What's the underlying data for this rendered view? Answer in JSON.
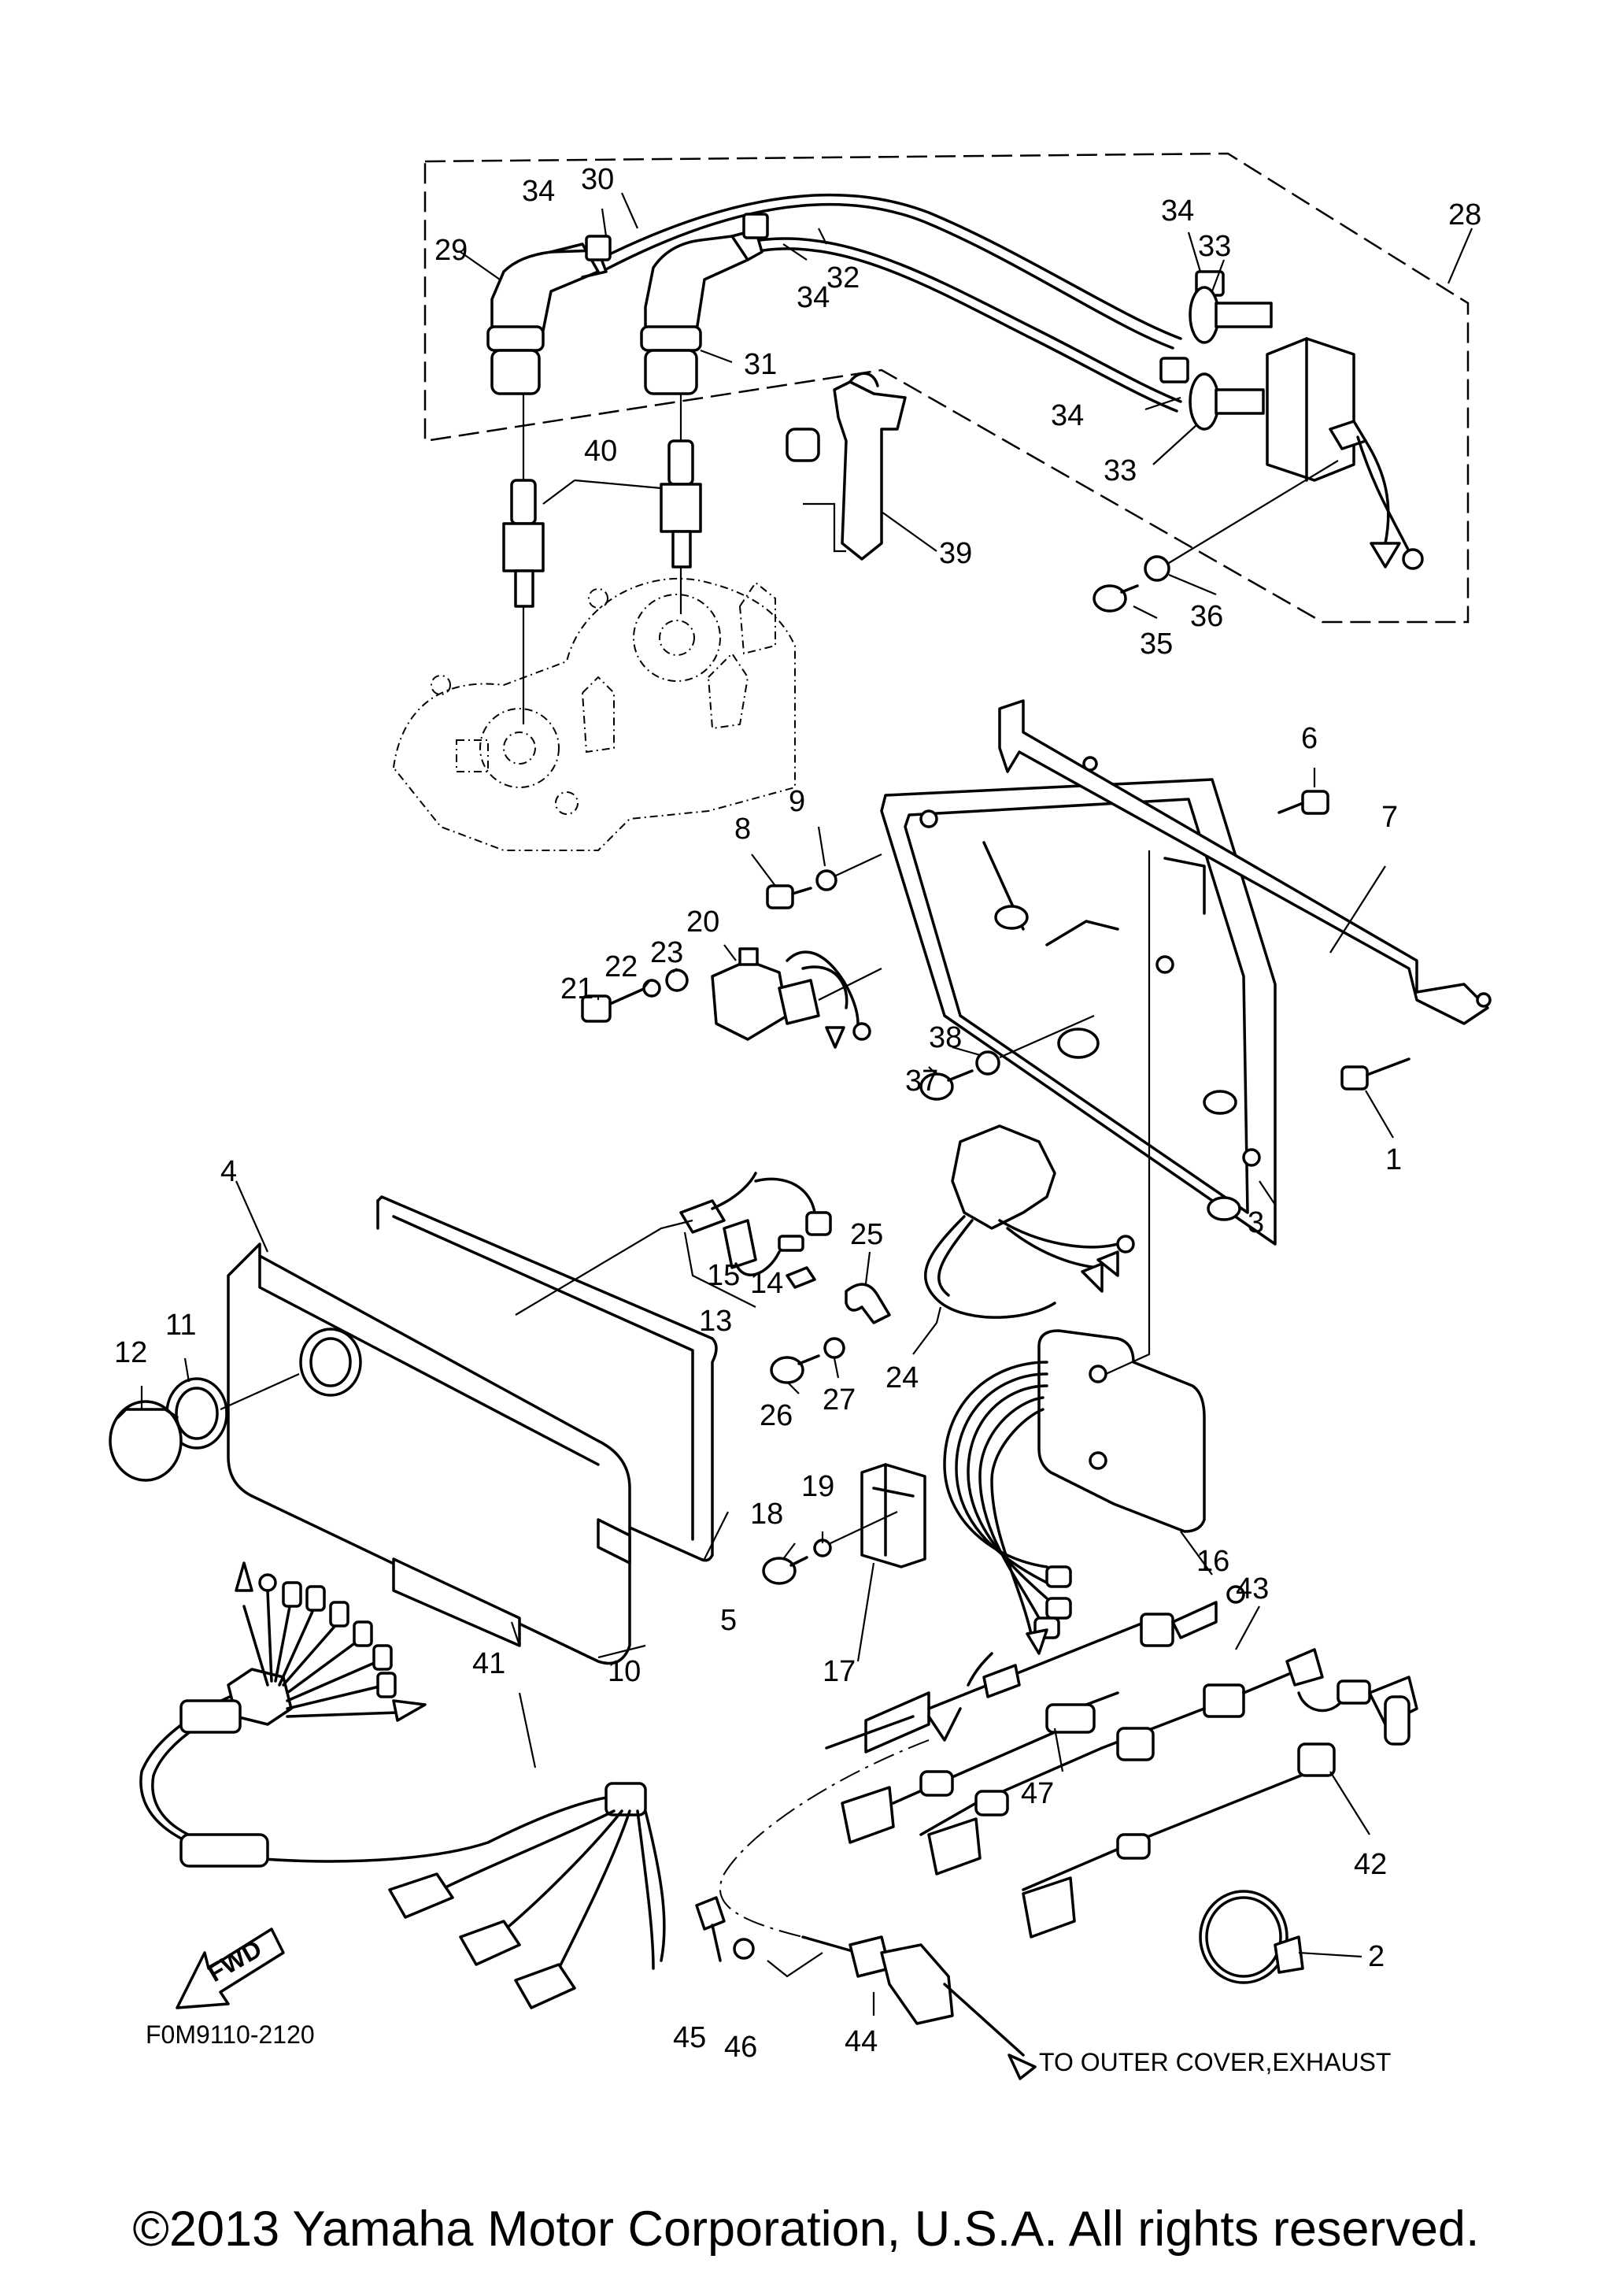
{
  "diagram": {
    "part_numbers": [
      "1",
      "2",
      "3",
      "4",
      "5",
      "6",
      "7",
      "8",
      "9",
      "10",
      "11",
      "12",
      "13",
      "14",
      "15",
      "16",
      "17",
      "18",
      "19",
      "20",
      "21",
      "22",
      "23",
      "24",
      "25",
      "26",
      "27",
      "28",
      "29",
      "30",
      "31",
      "32",
      "33",
      "34",
      "35",
      "36",
      "37",
      "38",
      "39",
      "40",
      "41",
      "42",
      "43",
      "44",
      "45",
      "46",
      "47"
    ],
    "figure_code": "F0M9110-2120",
    "direction_arrow_label": "FWD",
    "note": "TO OUTER COVER,EXHAUST"
  },
  "footer": {
    "copyright": "©2013 Yamaha Motor Corporation, U.S.A. All rights reserved."
  }
}
